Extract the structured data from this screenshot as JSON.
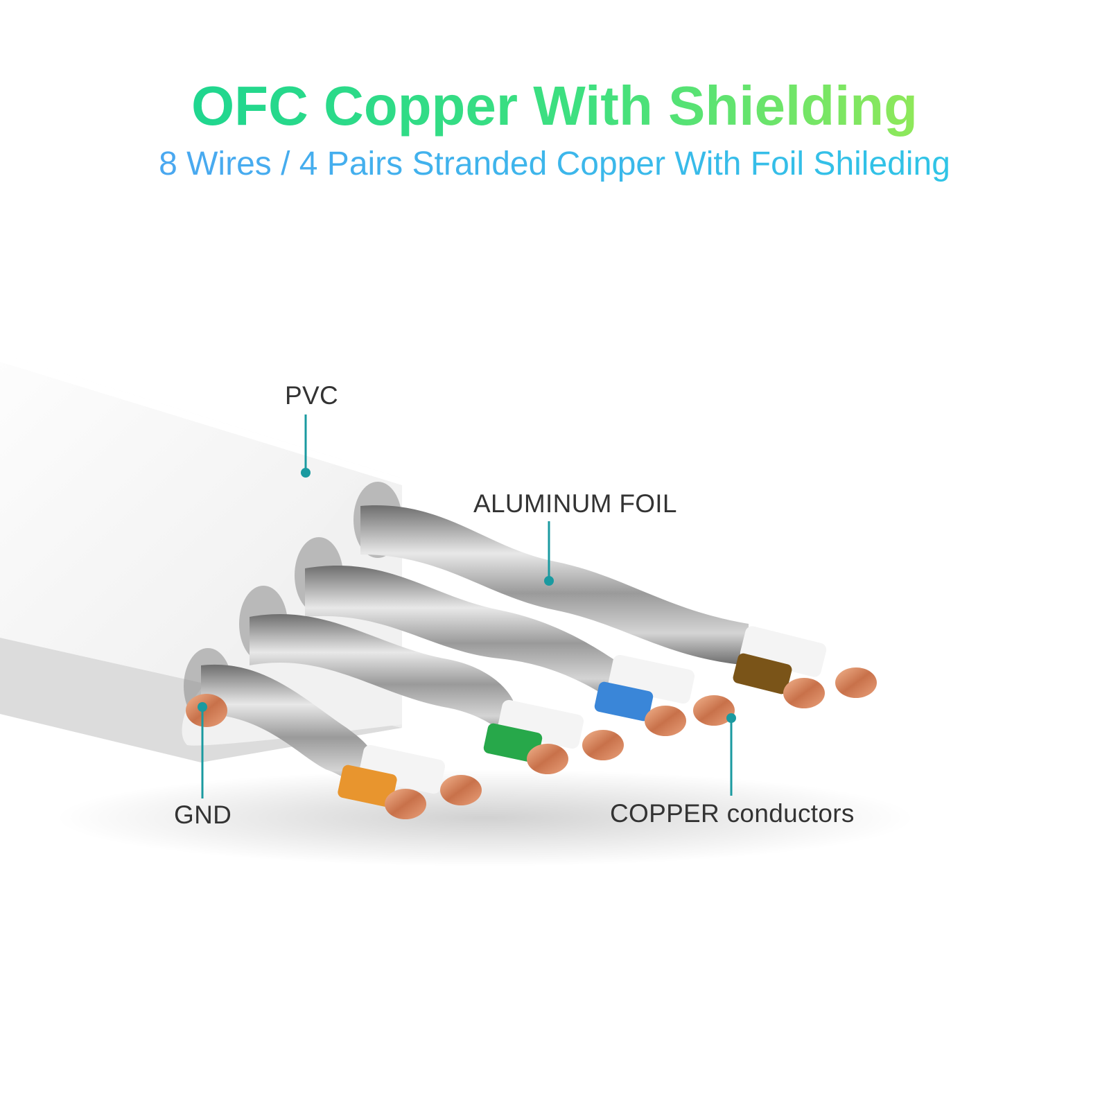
{
  "title": "OFC Copper With Shielding",
  "subtitle": "8 Wires / 4 Pairs Stranded Copper With Foil Shileding",
  "labels": {
    "pvc": "PVC",
    "aluminum_foil": "ALUMINUM FOIL",
    "gnd": "GND",
    "copper": "COPPER conductors"
  },
  "colors": {
    "title_gradient_start": "#1fd68f",
    "title_gradient_end": "#8fe85a",
    "subtitle_color": "#3ab8ee",
    "callout": "#1a9aa0",
    "label_text": "#333333",
    "pair_orange": "#e8952e",
    "pair_green": "#27a84a",
    "pair_blue": "#3a86d8",
    "pair_brown": "#7a5418",
    "copper": "#d98a5c",
    "foil": "#a9a9a9"
  }
}
